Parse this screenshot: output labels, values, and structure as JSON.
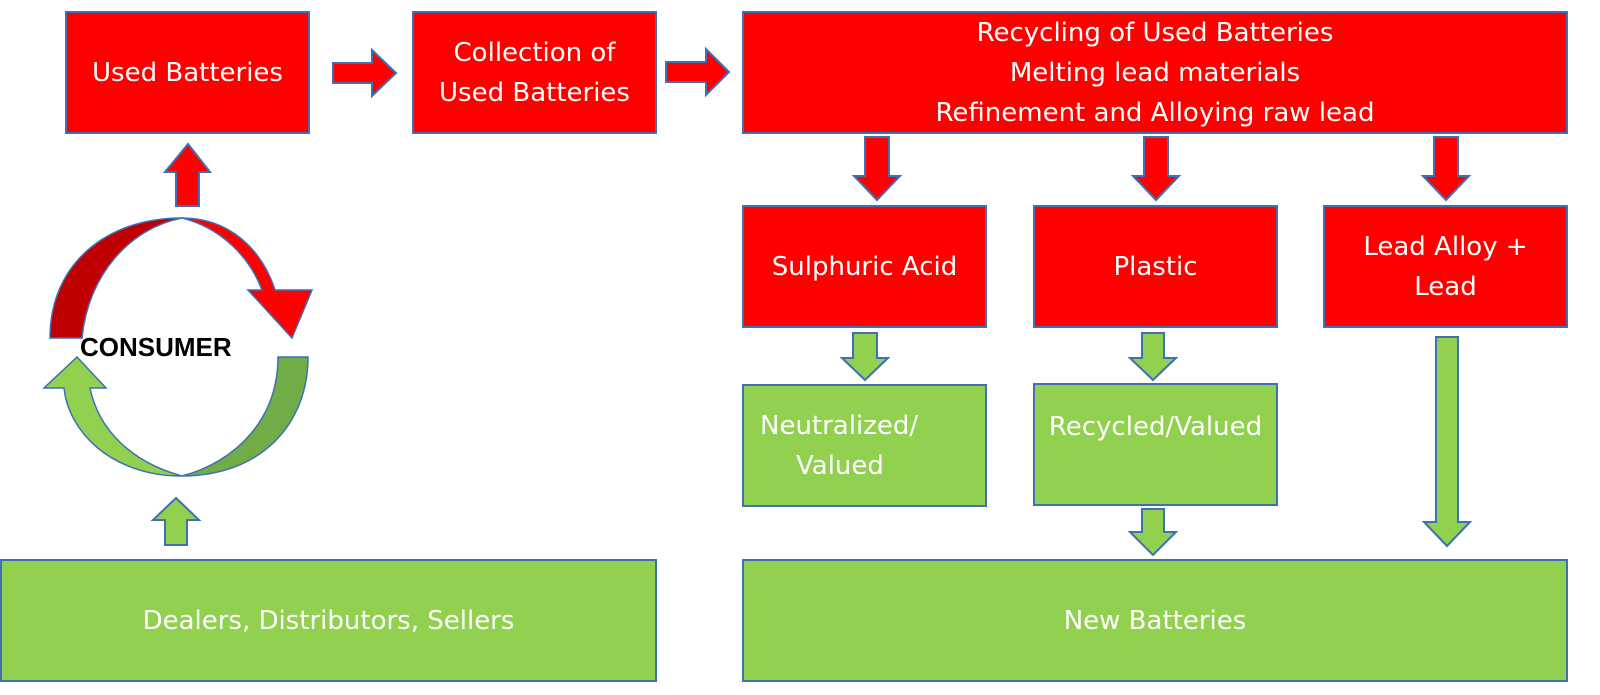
{
  "nodes": {
    "used_batteries": "Used Batteries",
    "collection": [
      "Collection of",
      "Used Batteries"
    ],
    "recycling": [
      "Recycling of Used Batteries",
      "Melting lead materials",
      "Refinement and Alloying raw lead"
    ],
    "sulphuric_acid": "Sulphuric Acid",
    "plastic": "Plastic",
    "lead_alloy": [
      "Lead Alloy +",
      "Lead"
    ],
    "neutralized": [
      "Neutralized/",
      "Valued"
    ],
    "recycled": "Recycled/Valued",
    "dealers": "Dealers, Distributors, Sellers",
    "new_batteries": "New Batteries",
    "consumer": "CONSUMER"
  },
  "colors": {
    "process_red": "#ff0000",
    "outcome_green": "#92d050",
    "box_border": "#3f6fb5",
    "cycle_dark_red": "#c00000",
    "cycle_dark_green": "#70ad47"
  }
}
